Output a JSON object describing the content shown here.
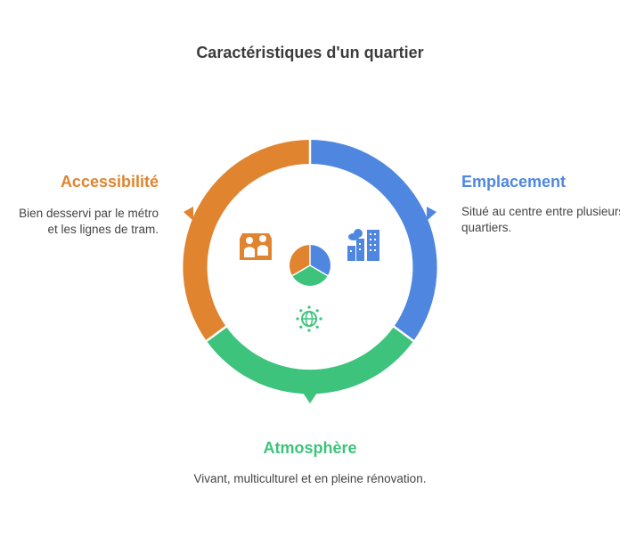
{
  "title": "Caractéristiques d'un quartier",
  "colors": {
    "orange": "#e0842f",
    "blue": "#4f87e0",
    "green": "#3dc37b"
  },
  "segments": [
    {
      "heading": "Accessibilité",
      "description": "Bien desservi par le métro et les lignes de tram.",
      "color": "#e0842f",
      "icon": "people-icon"
    },
    {
      "heading": "Emplacement",
      "description": "Situé au centre entre plusieurs quartiers.",
      "color": "#4f87e0",
      "icon": "city-icon"
    },
    {
      "heading": "Atmosphère",
      "description": "Vivant, multiculturel et en pleine rénovation.",
      "color": "#3dc37b",
      "icon": "globe-icon"
    }
  ]
}
